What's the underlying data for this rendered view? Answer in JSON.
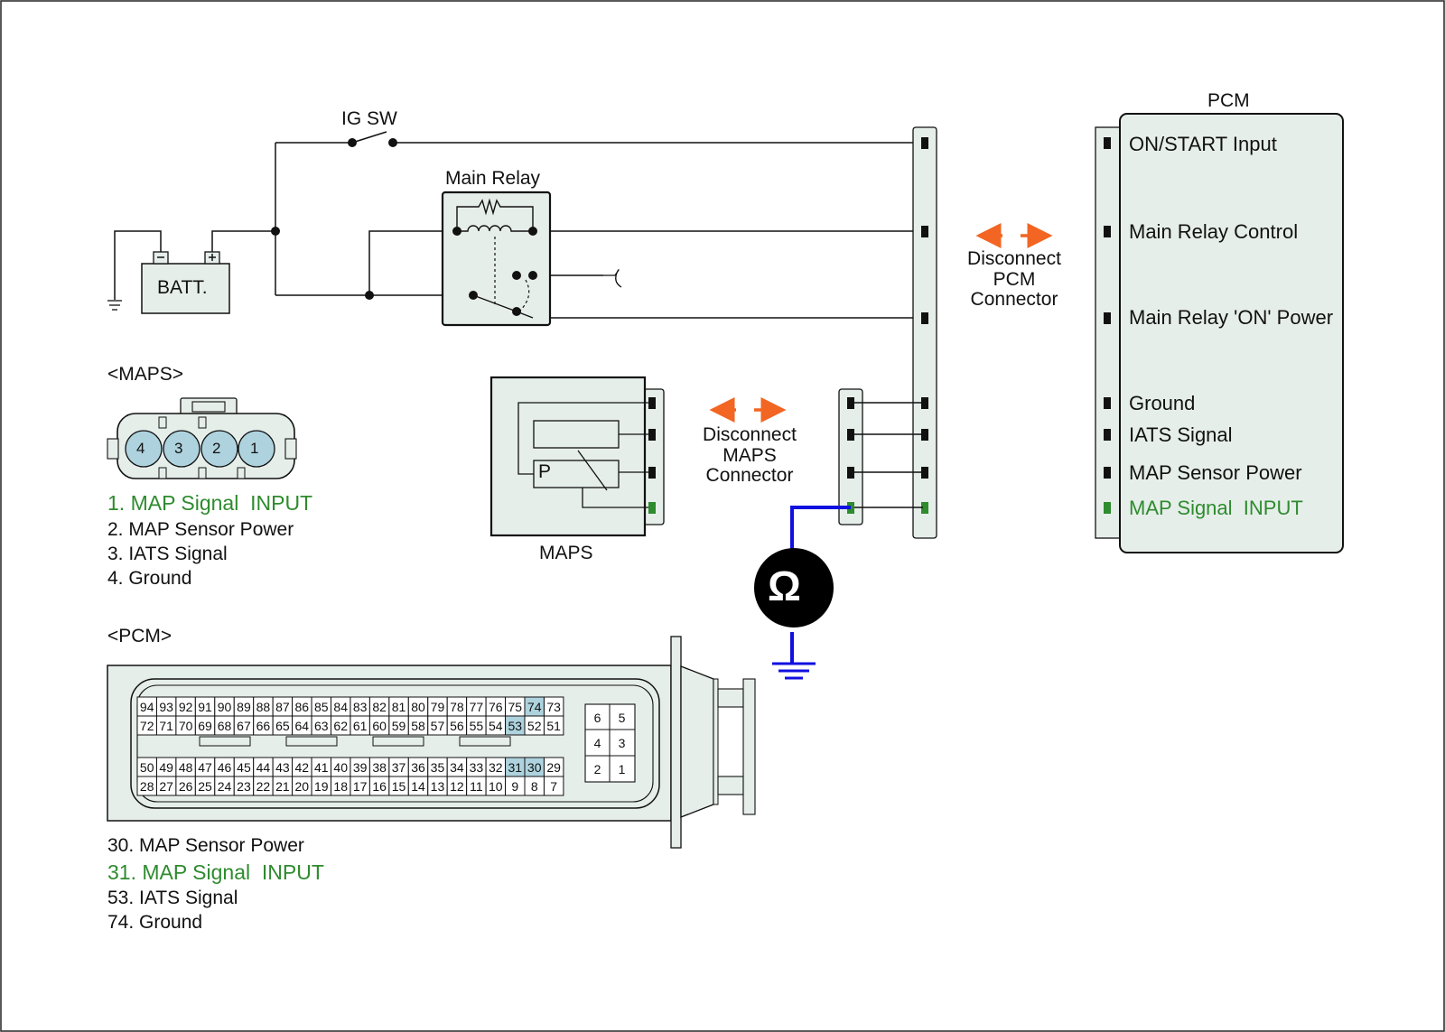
{
  "labels": {
    "ig_sw": "IG SW",
    "main_relay": "Main Relay",
    "batt": "BATT.",
    "pcm_title": "PCM",
    "maps_box": "MAPS",
    "maps_p": "P",
    "disconnect_pcm": "Disconnect PCM Connector",
    "disconnect_maps": "Disconnect MAPS Connector",
    "maps_section": "<MAPS>",
    "pcm_section": "<PCM>",
    "omega": "Ω",
    "minus": "-",
    "plus": "+"
  },
  "pcm_pins": [
    "ON/START Input",
    "Main Relay Control",
    "Main Relay 'ON' Power",
    "Ground",
    "IATS Signal",
    "MAP Sensor Power",
    "MAP Signal  INPUT"
  ],
  "maps_connector_pins": [
    "4",
    "3",
    "2",
    "1"
  ],
  "maps_legend": [
    "1. MAP Signal  INPUT",
    "2. MAP Sensor Power",
    "3. IATS Signal",
    "4. Ground"
  ],
  "pcm_legend": [
    "30. MAP Sensor Power",
    "31. MAP Signal  INPUT",
    "53. IATS Signal",
    "74. Ground"
  ],
  "pcm_connector_rows": [
    [
      "94",
      "93",
      "92",
      "91",
      "90",
      "89",
      "88",
      "87",
      "86",
      "85",
      "84",
      "83",
      "82",
      "81",
      "80",
      "79",
      "78",
      "77",
      "76",
      "75",
      "74",
      "73"
    ],
    [
      "72",
      "71",
      "70",
      "69",
      "68",
      "67",
      "66",
      "65",
      "64",
      "63",
      "62",
      "61",
      "60",
      "59",
      "58",
      "57",
      "56",
      "55",
      "54",
      "53",
      "52",
      "51"
    ],
    [
      "50",
      "49",
      "48",
      "47",
      "46",
      "45",
      "44",
      "43",
      "42",
      "41",
      "40",
      "39",
      "38",
      "37",
      "36",
      "35",
      "34",
      "33",
      "32",
      "31",
      "30",
      "29"
    ],
    [
      "28",
      "27",
      "26",
      "25",
      "24",
      "23",
      "22",
      "21",
      "20",
      "19",
      "18",
      "17",
      "16",
      "15",
      "14",
      "13",
      "12",
      "11",
      "10",
      "9",
      "8",
      "7"
    ]
  ],
  "pcm_connector_small": [
    [
      "6",
      "5"
    ],
    [
      "4",
      "3"
    ],
    [
      "2",
      "1"
    ]
  ],
  "highlighted_pins": [
    "74",
    "53",
    "31",
    "30"
  ],
  "colors": {
    "highlight_pin": "#aed3de",
    "signal_green": "#2e8b2e",
    "meter_wire": "#1010e0",
    "disconnect_arrow": "#f26522",
    "panel_fill": "#e6eeea"
  }
}
